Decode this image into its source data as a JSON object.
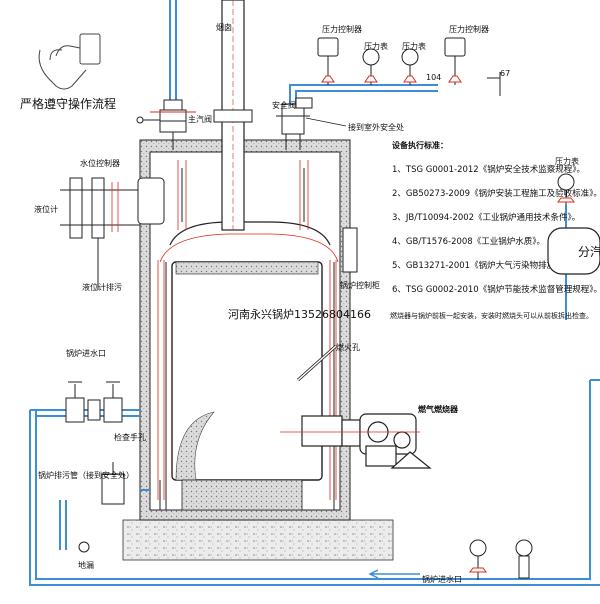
{
  "title": "严格遵守操作流程",
  "labels": {
    "chimney": "烟囱",
    "main_steam_valve": "主汽阀",
    "safety_valve": "安全阀",
    "to_outdoor_safe": "接到室外安全处",
    "water_level_controller": "水位控制器",
    "level_gauge": "液位计",
    "level_drain": "液位计排污",
    "boiler_controller": "锅炉控制柜",
    "fire_hole": "燃火孔",
    "gas_burner": "燃气燃烧器",
    "inlet_upper": "锅炉进水口",
    "handhole": "检查手孔",
    "drain": "锅炉排污管（接到安全处）",
    "floor_drain": "地漏",
    "inlet_lower": "锅炉进水口",
    "manufacturer": "河南永兴锅炉13526804166",
    "pressure_controller": "压力控制器",
    "pressure_gauge": "压力表",
    "pressure_gauge_right": "压力表",
    "sub_cylinder": "分汽",
    "tag_104": "104",
    "tag_67": "67"
  },
  "standards": {
    "heading": "设备执行标准：",
    "items": [
      "1、TSG G0001-2012《锅炉安全技术监察规程》。",
      "2、GB50273-2009《锅炉安装工程施工及验收标准》。",
      "3、JB/T10094-2002《工业锅炉通用技术条件》。",
      "4、GB/T1576-2008《工业锅炉水质》。",
      "5、GB13271-2001《锅炉大气污染物排放标准》。",
      "6、TSG G0002-2010《锅炉节能技术监督管理规程》。"
    ],
    "note": "燃烧器与锅炉前板一起安装，安装时燃烧头可以从前板拆出检查。"
  },
  "colors": {
    "line": "#1a1a1a",
    "pipe_blue": "#3c8fd6",
    "accent_red": "#e0271b",
    "insulation": "#cfcfcf"
  }
}
